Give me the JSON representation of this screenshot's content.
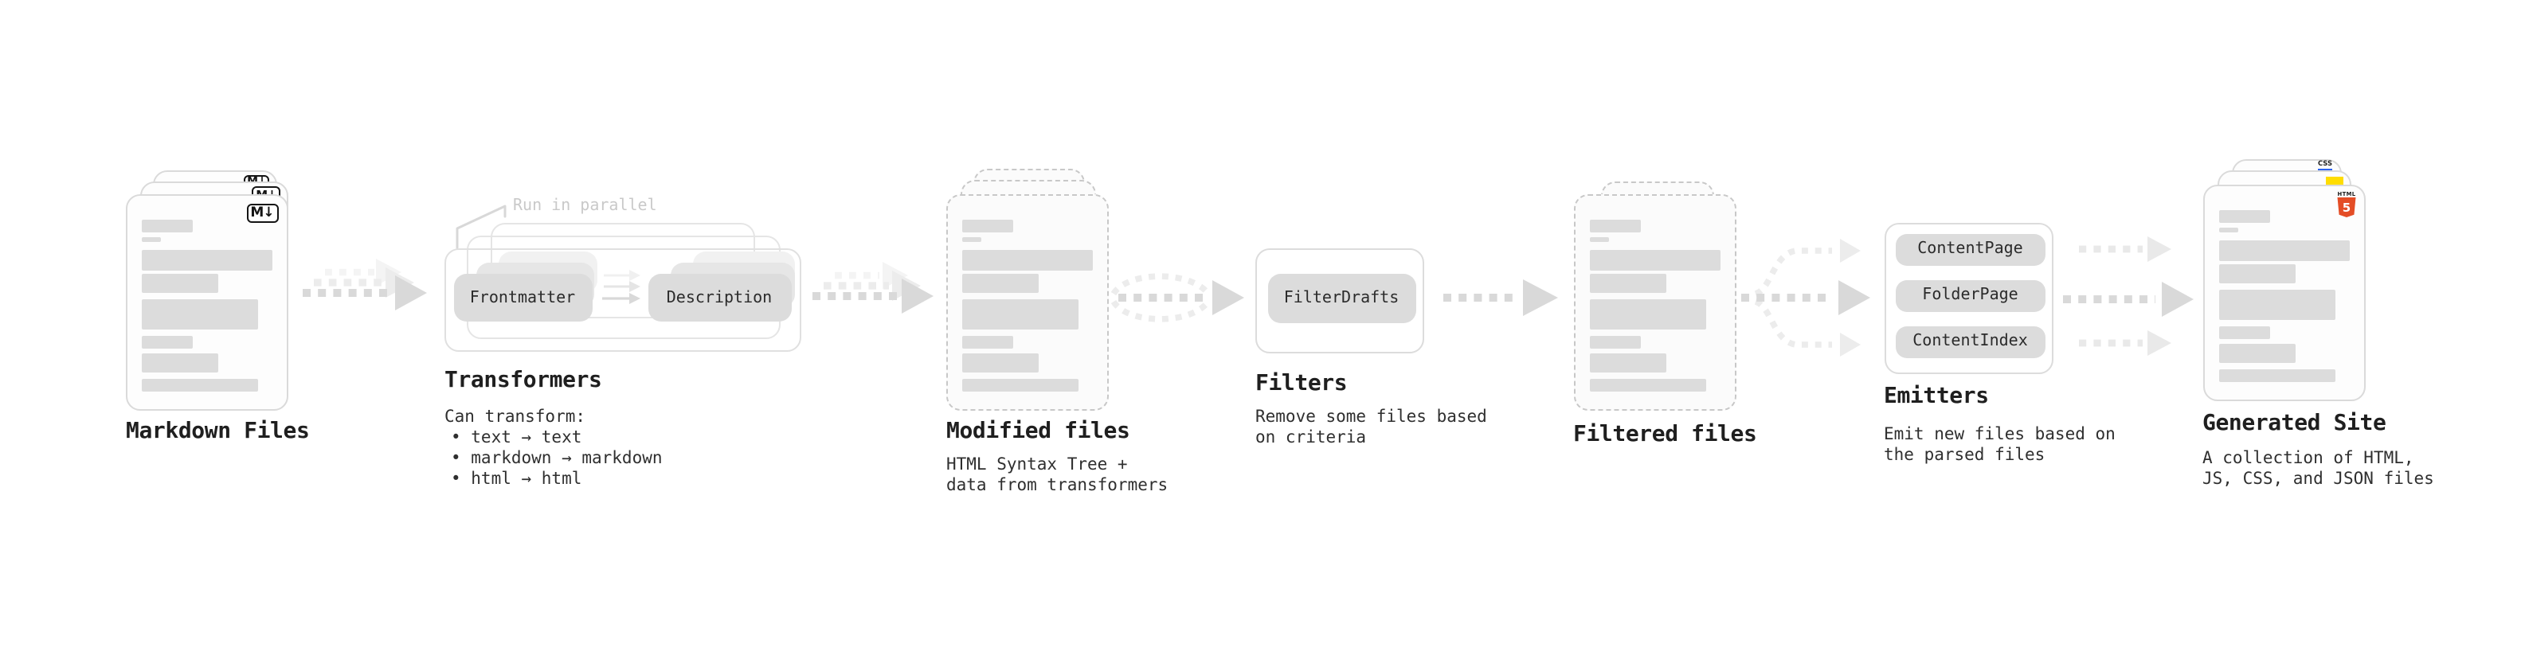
{
  "diagram": {
    "background": "#ffffff",
    "colors": {
      "arrow": "#d9d9d9",
      "arrow_ghost": "#ececec",
      "card_border": "#dadada",
      "dashed_card_border": "#c8c8c8",
      "skeleton_bar": "#dcdcdc",
      "node_bg": "#dcdcdc",
      "title_text": "#1f1f1f",
      "body_text": "#2f2f2f",
      "annotation_text": "#c9c9c9",
      "markdown_icon_ink": "#141414",
      "html5_orange": "#e44d26",
      "js_yellow": "#ffdd00",
      "css_blue": "#2c63f1"
    },
    "stages": {
      "markdown_files": {
        "title": "Markdown Files",
        "icon_glyph": "M↓"
      },
      "transformers": {
        "title": "Transformers",
        "annotation": "Run in parallel",
        "nodes": [
          "Frontmatter",
          "Description"
        ],
        "description": [
          "Can transform:",
          "• text → text",
          "• markdown → markdown",
          "• html → html"
        ]
      },
      "modified_files": {
        "title": "Modified files",
        "description": [
          "HTML Syntax Tree +",
          "data from transformers"
        ]
      },
      "filters": {
        "title": "Filters",
        "nodes": [
          "FilterDrafts"
        ],
        "description": [
          "Remove some files based",
          "on criteria"
        ]
      },
      "filtered_files": {
        "title": "Filtered files"
      },
      "emitters": {
        "title": "Emitters",
        "nodes": [
          "ContentPage",
          "FolderPage",
          "ContentIndex"
        ],
        "description": [
          "Emit new files based on",
          "the parsed files"
        ]
      },
      "generated_site": {
        "title": "Generated Site",
        "description": [
          "A collection of HTML,",
          "JS, CSS, and JSON files"
        ],
        "file_icons": {
          "html5_label": "HTML",
          "html5_numeral": "5",
          "css_label": "CSS"
        }
      }
    }
  }
}
